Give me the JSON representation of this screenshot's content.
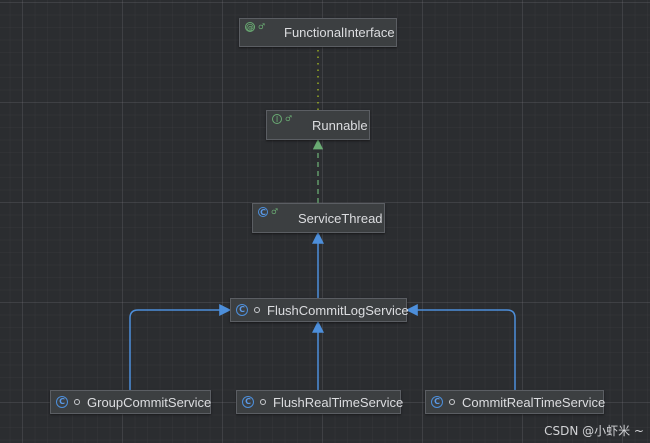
{
  "diagram": {
    "nodes": {
      "functional_interface": {
        "name": "FunctionalInterface",
        "kind": "annotation",
        "kind_glyph": "@",
        "access_glyph": "♂"
      },
      "runnable": {
        "name": "Runnable",
        "kind": "interface",
        "kind_glyph": "I",
        "access_glyph": "♂"
      },
      "service_thread": {
        "name": "ServiceThread",
        "kind": "abstract-class",
        "kind_glyph": "C",
        "access_glyph": "♂"
      },
      "flush_commit_log_service": {
        "name": "FlushCommitLogService",
        "kind": "class",
        "kind_glyph": "C"
      },
      "group_commit_service": {
        "name": "GroupCommitService",
        "kind": "class",
        "kind_glyph": "C"
      },
      "flush_real_time_service": {
        "name": "FlushRealTimeService",
        "kind": "class",
        "kind_glyph": "C"
      },
      "commit_real_time_service": {
        "name": "CommitRealTimeService",
        "kind": "class",
        "kind_glyph": "C"
      }
    },
    "edges": [
      {
        "from": "runnable",
        "to": "functional_interface",
        "type": "annotation",
        "color": "#a8c023"
      },
      {
        "from": "service_thread",
        "to": "runnable",
        "type": "implements",
        "color": "#6aab73"
      },
      {
        "from": "flush_commit_log_service",
        "to": "service_thread",
        "type": "extends",
        "color": "#4d8fdb"
      },
      {
        "from": "group_commit_service",
        "to": "flush_commit_log_service",
        "type": "extends",
        "color": "#4d8fdb"
      },
      {
        "from": "flush_real_time_service",
        "to": "flush_commit_log_service",
        "type": "extends",
        "color": "#4d8fdb"
      },
      {
        "from": "commit_real_time_service",
        "to": "flush_commit_log_service",
        "type": "extends",
        "color": "#4d8fdb"
      }
    ]
  },
  "watermark": "CSDN @小虾米 ~"
}
